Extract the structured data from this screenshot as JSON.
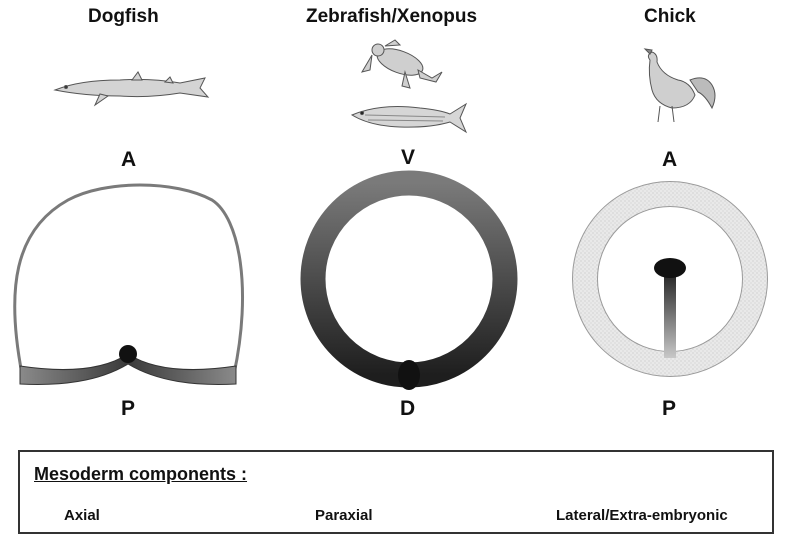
{
  "panels": [
    {
      "title": "Dogfish",
      "top_label": "A",
      "bottom_label": "P"
    },
    {
      "title": "Zebrafish/Xenopus",
      "top_label": "V",
      "bottom_label": "D"
    },
    {
      "title": "Chick",
      "top_label": "A",
      "bottom_label": "P"
    }
  ],
  "legend": {
    "title": "Mesoderm components :",
    "items": [
      {
        "label": "Axial"
      },
      {
        "label": "Paraxial"
      },
      {
        "label": "Lateral/Extra-embryonic"
      }
    ]
  },
  "colors": {
    "axial": "#111111",
    "paraxial": "#3a3a3a",
    "lateral": "#888888",
    "chick_ring": "#e6e6e6"
  },
  "icons": [
    "dogfish-icon",
    "frog-icon",
    "zebrafish-icon",
    "rooster-icon"
  ]
}
